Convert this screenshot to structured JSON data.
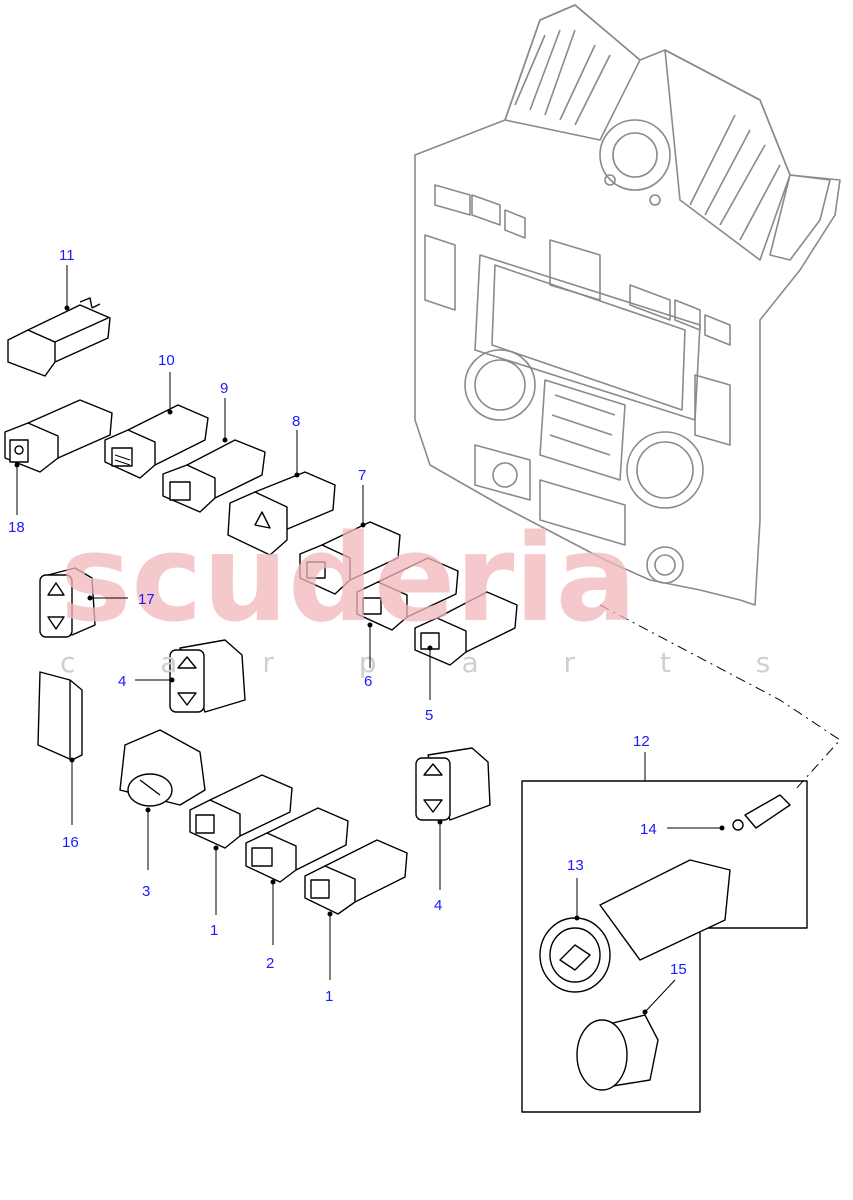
{
  "watermark": {
    "brand": "scuderia",
    "sub": "c a r p a r t s"
  },
  "callouts": [
    {
      "id": "c11",
      "label": "11"
    },
    {
      "id": "c10",
      "label": "10"
    },
    {
      "id": "c9",
      "label": "9"
    },
    {
      "id": "c8",
      "label": "8"
    },
    {
      "id": "c7",
      "label": "7"
    },
    {
      "id": "c18",
      "label": "18"
    },
    {
      "id": "c17",
      "label": "17"
    },
    {
      "id": "c4a",
      "label": "4"
    },
    {
      "id": "c6",
      "label": "6"
    },
    {
      "id": "c5",
      "label": "5"
    },
    {
      "id": "c16",
      "label": "16"
    },
    {
      "id": "c3",
      "label": "3"
    },
    {
      "id": "c1a",
      "label": "1"
    },
    {
      "id": "c2",
      "label": "2"
    },
    {
      "id": "c1b",
      "label": "1"
    },
    {
      "id": "c4b",
      "label": "4"
    },
    {
      "id": "c12",
      "label": "12"
    },
    {
      "id": "c14",
      "label": "14"
    },
    {
      "id": "c13",
      "label": "13"
    },
    {
      "id": "c15",
      "label": "15"
    }
  ],
  "colors": {
    "callout": "#1a1aff",
    "dash_panel": "#8a8a8a",
    "watermark": "#f2b8bc"
  }
}
